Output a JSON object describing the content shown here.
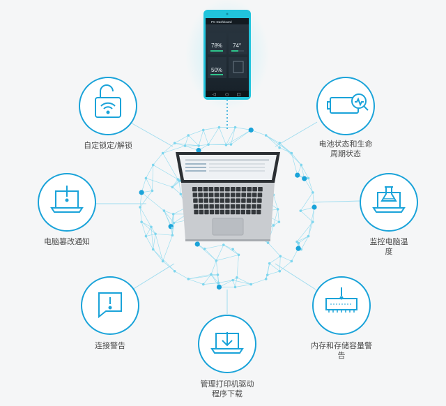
{
  "colors": {
    "accent": "#1aa3d9",
    "accent_light": "#7fd6ee",
    "circle_fill": "#ffffff",
    "label_text": "#4a4a4a",
    "phone_screen": "#1e2a33",
    "phone_body": "#21c4dc",
    "gauge_green": "#2ec48b",
    "laptop_body": "#c9ccd0"
  },
  "phone": {
    "app_title": "PC Dashboard",
    "tiles": [
      {
        "value": "78%"
      },
      {
        "value": "74°"
      },
      {
        "value": "50%"
      }
    ]
  },
  "features": [
    {
      "id": "lock",
      "icon": "wifi-lock-icon",
      "label": "自定锁定/解锁"
    },
    {
      "id": "battery",
      "icon": "battery-health-icon",
      "label": "电池状态和生命\n周期状态"
    },
    {
      "id": "tamper",
      "icon": "laptop-alert-icon",
      "label": "电脑篡改通知"
    },
    {
      "id": "temperature",
      "icon": "laptop-flask-icon",
      "label": "监控电脑温\n度"
    },
    {
      "id": "connection",
      "icon": "chat-alert-icon",
      "label": "连接警告"
    },
    {
      "id": "storage",
      "icon": "memory-alert-icon",
      "label": "内存和存储容量警\n告"
    },
    {
      "id": "driver",
      "icon": "download-laptop-icon",
      "label": "管理打印机驱动\n程序下载"
    }
  ]
}
